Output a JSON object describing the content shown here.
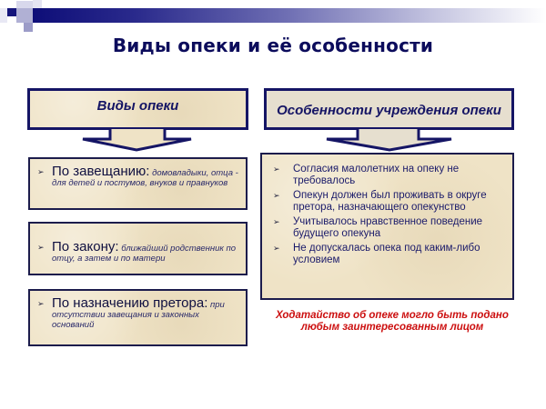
{
  "slide": {
    "title": "Виды опеки и её особенности",
    "colors": {
      "title": "#0c0c5c",
      "border": "#151565",
      "box_fill": "#efe3c6",
      "note": "#cc1010"
    }
  },
  "left": {
    "header": "Виды опеки",
    "items": [
      {
        "lead": "По завещанию:",
        "detail": "домовладыки, отца - для детей и постумов, внуков и правнуков"
      },
      {
        "lead": "По закону:",
        "detail": "ближайший родственник по отцу, а затем и по матери"
      },
      {
        "lead": "По назначению претора:",
        "detail": "при отсутствии завещания и законных оснований"
      }
    ]
  },
  "right": {
    "header": "Особенности учреждения опеки",
    "items": [
      "Согласия малолетних на опеку не требовалось",
      "Опекун должен был проживать в округе претора, назначающего опекунство",
      "Учитывалось нравственное поведение будущего опекуна",
      "Не допускалась опека под каким-либо условием"
    ],
    "note": "Ходатайство об опеке могло быть подано любым заинтересованным лицом"
  },
  "icons": {
    "bullet": "➢",
    "arrow": "down-arrow-icon"
  }
}
